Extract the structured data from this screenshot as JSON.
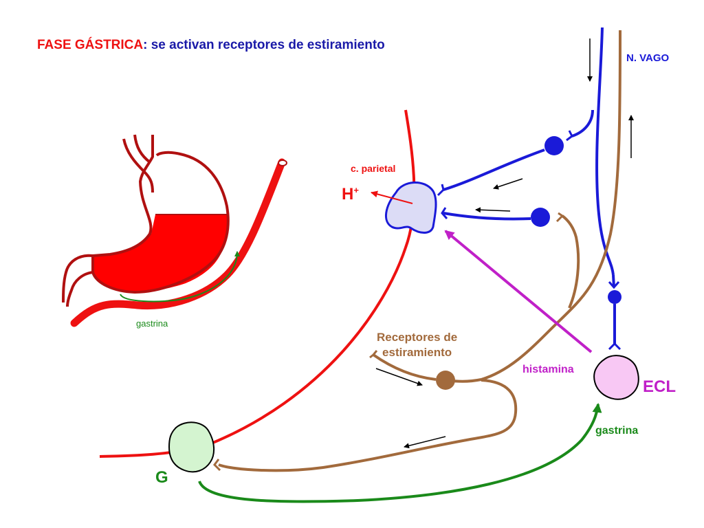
{
  "title": {
    "part1": "FASE GÁSTRICA",
    "part2": ": se activan receptores de estiramiento"
  },
  "labels": {
    "nervio": "N. VAGO",
    "parietal": "c. parietal",
    "hplus": "H",
    "hplus_sup": "+",
    "gastrina_estomago": "gastrina",
    "receptores_line1": "Receptores de",
    "receptores_line2": "estiramiento",
    "histamina": "histamina",
    "ecl": "ECL",
    "gastrina": "gastrina",
    "g_cell": "G"
  },
  "colors": {
    "red": "#ee1111",
    "blue": "#1a1ad8",
    "brown": "#a26a3c",
    "green": "#1a8a1a",
    "magenta": "#c020c8",
    "parietal_fill": "#dcdcf6",
    "ecl_fill": "#f8c8f4",
    "g_fill": "#d4f4d0",
    "stomach_red": "#ff0000",
    "stomach_outline": "#b01010"
  }
}
